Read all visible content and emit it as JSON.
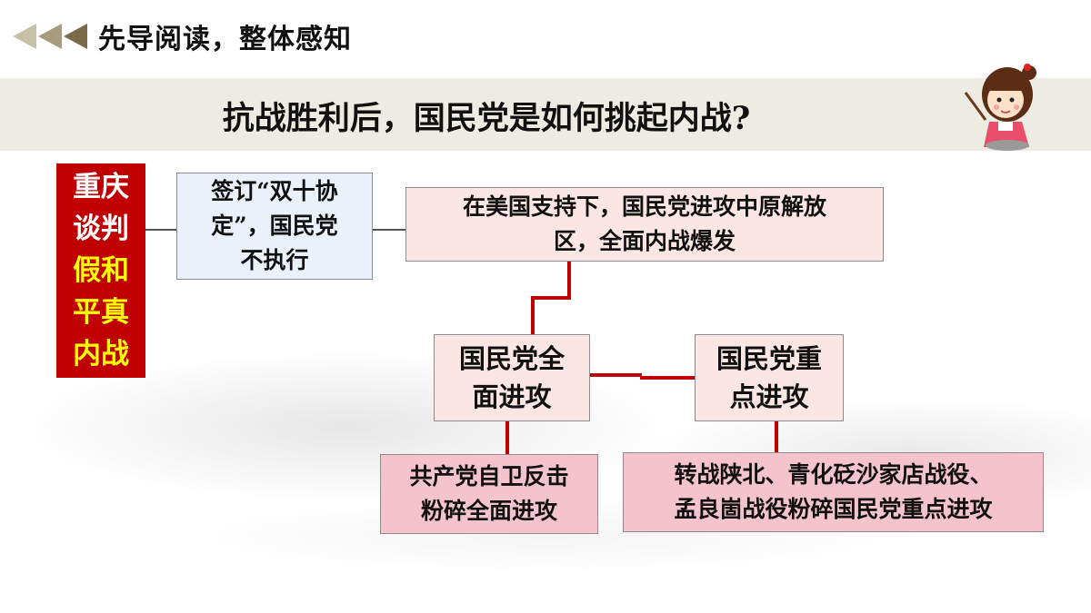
{
  "header": {
    "title": "先导阅读，整体感知"
  },
  "question": "抗战胜利后，国民党是如何挑起内战?",
  "left_box": {
    "line1": "重庆",
    "line2": "谈判",
    "line3": "假和",
    "line4": "平真",
    "line5": "内战"
  },
  "boxes": {
    "sign": "签订“双十协\n定”，国民党\n不执行",
    "attack": "在美国支持下，国民党进攻中原解放\n区，全面内战爆发",
    "full_offensive": "国民党全\n面进攻",
    "key_offensive": "国民党重\n点进攻",
    "self_defense": "共产党自卫反击\n粉碎全面进攻",
    "northern": "转战陕北、青化砭沙家店战役、\n孟良崮战役粉碎国民党重点进攻"
  },
  "colors": {
    "red": "#c00000",
    "gold": "#ffff00",
    "banner": "#eeebe2",
    "light_blue": "#eaf1fb",
    "light_pink": "#fbe6e3",
    "pink": "#f4c3cd"
  },
  "icons": {
    "header": "triple-arrow-left-icon",
    "mascot": "teacher-girl-icon"
  }
}
